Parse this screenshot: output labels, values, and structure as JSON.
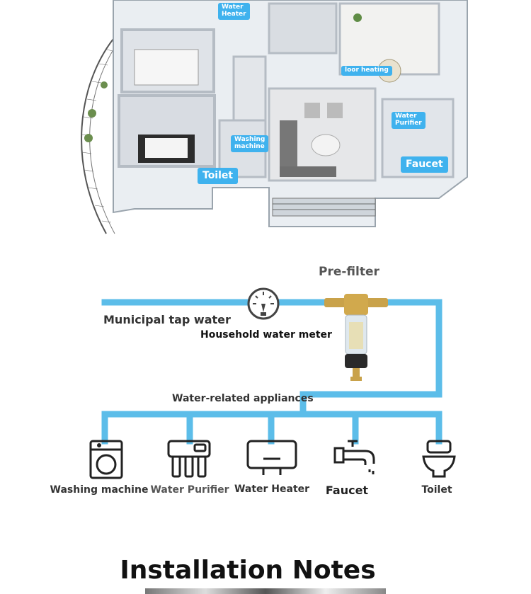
{
  "floorplan": {
    "tags": {
      "water_heater": "Water\nHeater",
      "floor_heating": "loor heating",
      "water_purifier": "Water\nPurifier",
      "washing_machine": "Washing\nmachine",
      "faucet": "Faucet",
      "toilet": "Toilet"
    }
  },
  "diagram": {
    "prefilter": "Pre-filter",
    "municipal": "Municipal tap water",
    "meter": "Household water meter",
    "appliances_label": "Water-related appliances",
    "appliances": [
      {
        "label": "Washing machine",
        "icon": "washing-machine-icon"
      },
      {
        "label": "Water Purifier",
        "icon": "water-purifier-icon"
      },
      {
        "label": "Water Heater",
        "icon": "water-heater-icon"
      },
      {
        "label": "Faucet",
        "icon": "faucet-icon"
      },
      {
        "label": "Toilet",
        "icon": "toilet-icon"
      }
    ],
    "pipe_color": "#5cbde9"
  },
  "notes": {
    "title": "Installation Notes"
  }
}
